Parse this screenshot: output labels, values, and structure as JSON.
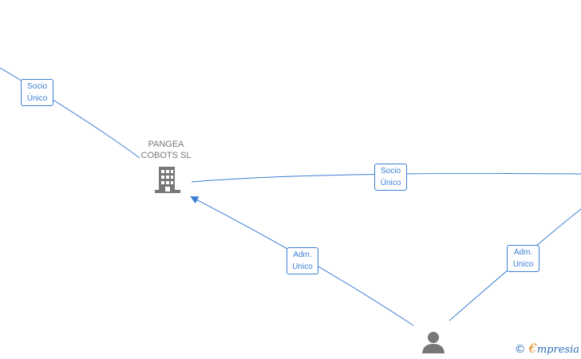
{
  "nodes": {
    "company": {
      "label_line1": "PANGEA",
      "label_line2": "COBOTS  SL",
      "icon": "building-icon"
    },
    "person": {
      "icon": "person-icon"
    }
  },
  "edges": [
    {
      "id": "e1",
      "label_line1": "Socio",
      "label_line2": "Único"
    },
    {
      "id": "e2",
      "label_line1": "Socio",
      "label_line2": "Único"
    },
    {
      "id": "e3",
      "label_line1": "Adm.",
      "label_line2": "Unico"
    },
    {
      "id": "e4",
      "label_line1": "Adm.",
      "label_line2": "Unico"
    }
  ],
  "logo": {
    "copyright": "©",
    "initial": "€",
    "rest": "mpresia"
  },
  "colors": {
    "edge": "#3a7fd4",
    "icon": "#777777",
    "node_label": "#777777"
  }
}
